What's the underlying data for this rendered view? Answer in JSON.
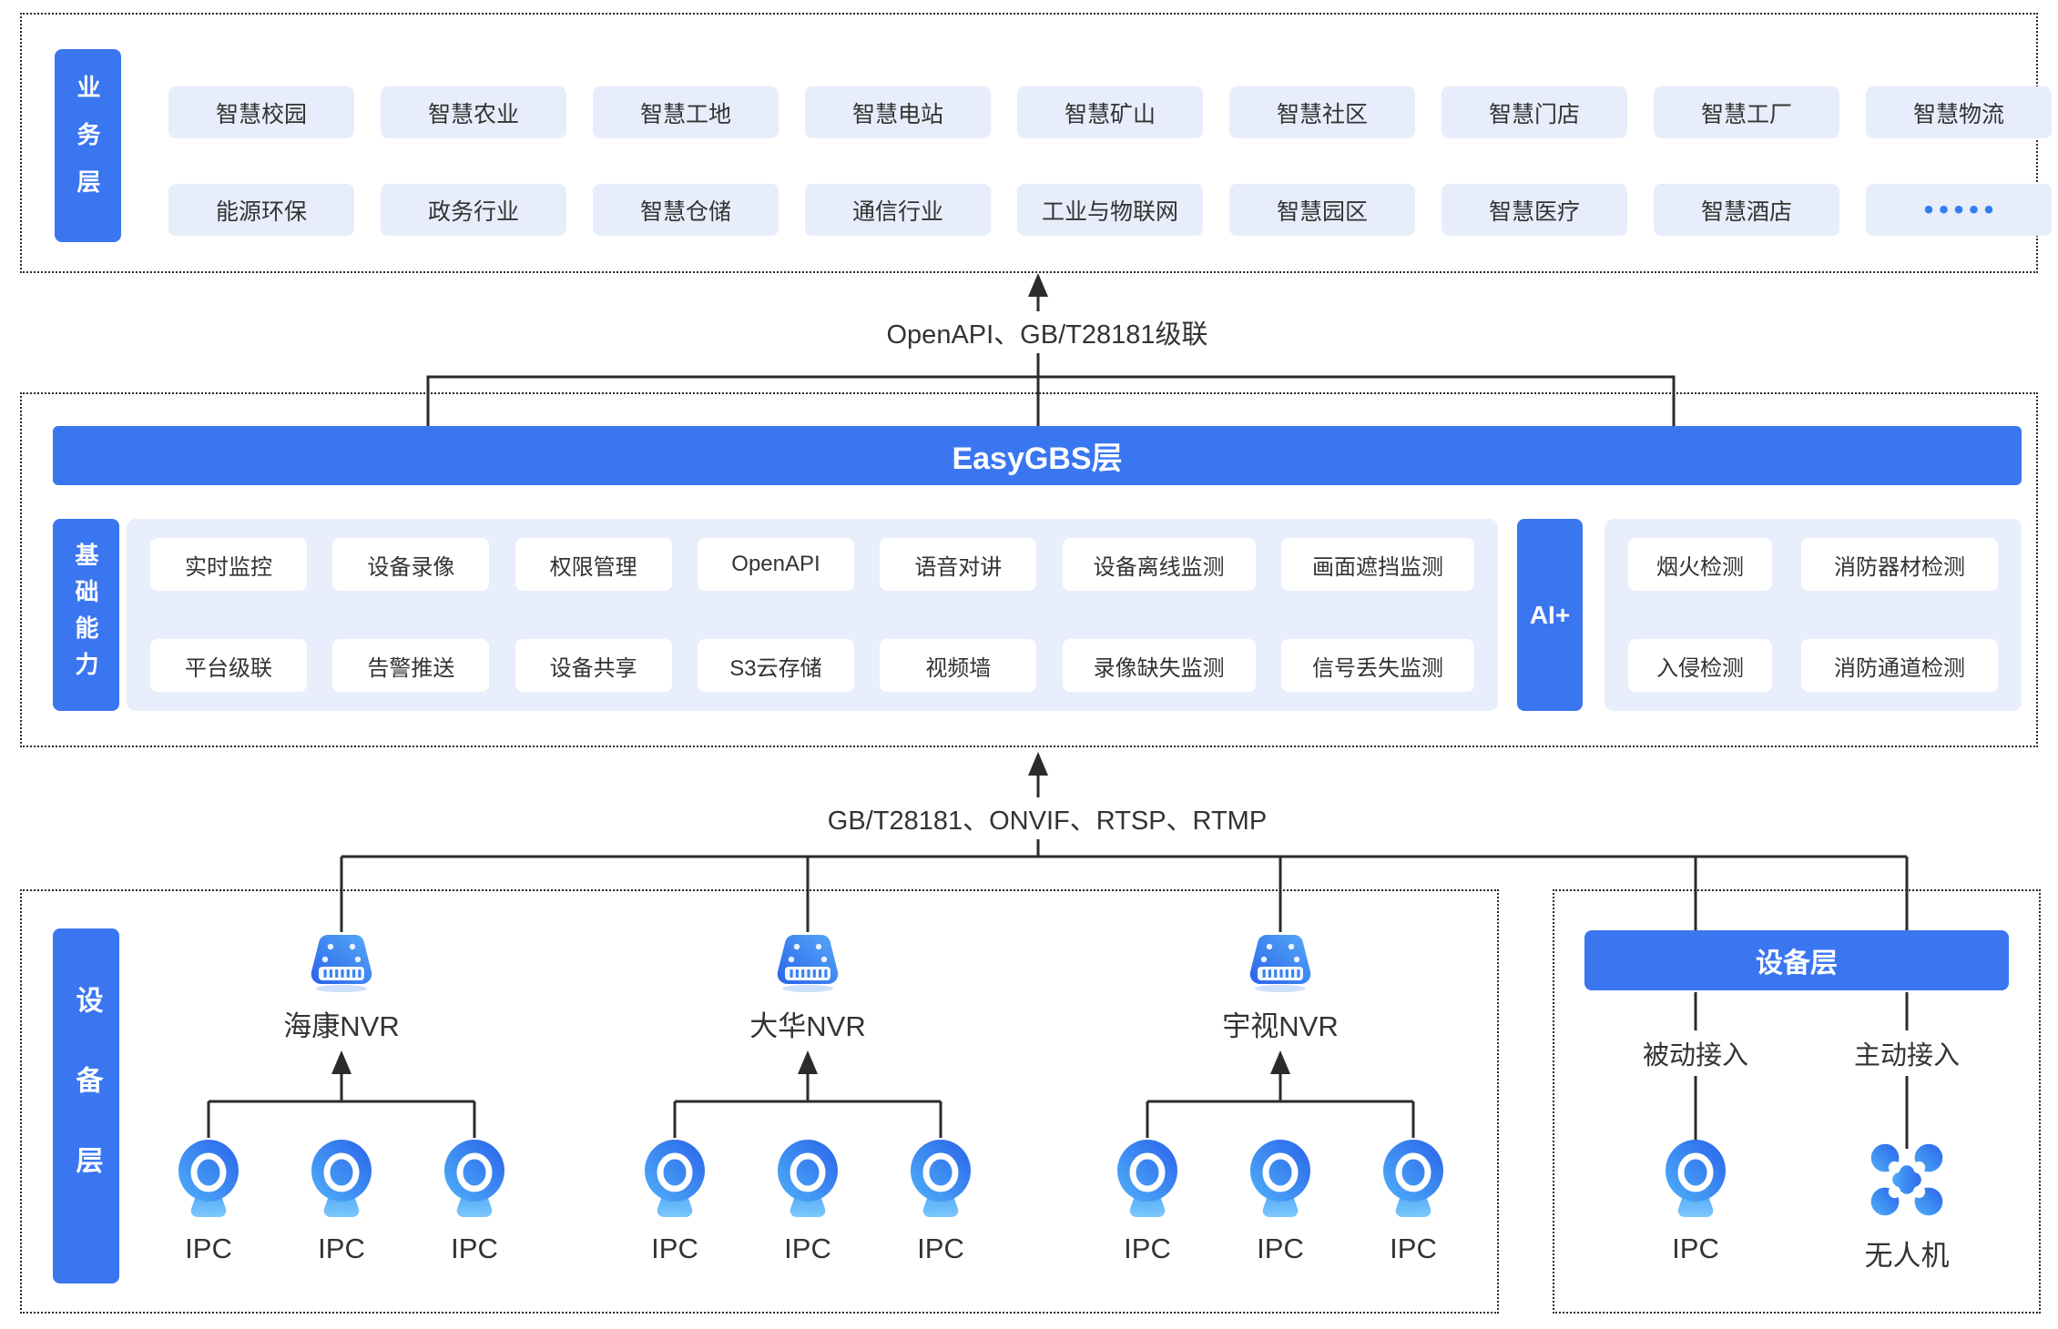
{
  "colors": {
    "primary_blue": "#3b76f1",
    "chip_blue": "#e7edfb",
    "panel_blue": "#e9eefc",
    "line": "#2b2b2b",
    "text": "#333333",
    "dots_blue": "#2e7ff2"
  },
  "business_layer": {
    "label": "业务层",
    "row1": [
      "智慧校园",
      "智慧农业",
      "智慧工地",
      "智慧电站",
      "智慧矿山",
      "智慧社区",
      "智慧门店",
      "智慧工厂",
      "智慧物流"
    ],
    "row2": [
      "能源环保",
      "政务行业",
      "智慧仓储",
      "通信行业",
      "工业与物联网",
      "智慧园区",
      "智慧医疗",
      "智慧酒店",
      "•••••"
    ]
  },
  "top_link": {
    "label": "OpenAPI、GB/T28181级联"
  },
  "gbs_layer": {
    "title": "EasyGBS层",
    "base_label": "基础能力",
    "base_row1": [
      "实时监控",
      "设备录像",
      "权限管理",
      "OpenAPI",
      "语音对讲",
      "设备离线监测",
      "画面遮挡监测"
    ],
    "base_row2": [
      "平台级联",
      "告警推送",
      "设备共享",
      "S3云存储",
      "视频墙",
      "录像缺失监测",
      "信号丢失监测"
    ],
    "ai_label": "AI+",
    "ai_row1": [
      "烟火检测",
      "消防器材检测"
    ],
    "ai_row2": [
      "入侵检测",
      "消防通道检测"
    ]
  },
  "bottom_link": {
    "label": "GB/T28181、ONVIF、RTSP、RTMP"
  },
  "device_layer": {
    "label": "设备层",
    "nvr_groups": [
      {
        "name": "海康NVR",
        "ipcs": [
          "IPC",
          "IPC",
          "IPC"
        ]
      },
      {
        "name": "大华NVR",
        "ipcs": [
          "IPC",
          "IPC",
          "IPC"
        ]
      },
      {
        "name": "宇视NVR",
        "ipcs": [
          "IPC",
          "IPC",
          "IPC"
        ]
      }
    ],
    "right_panel": {
      "title": "设备层",
      "passive_label": "被动接入",
      "active_label": "主动接入",
      "ipc_label": "IPC",
      "drone_label": "无人机"
    }
  }
}
